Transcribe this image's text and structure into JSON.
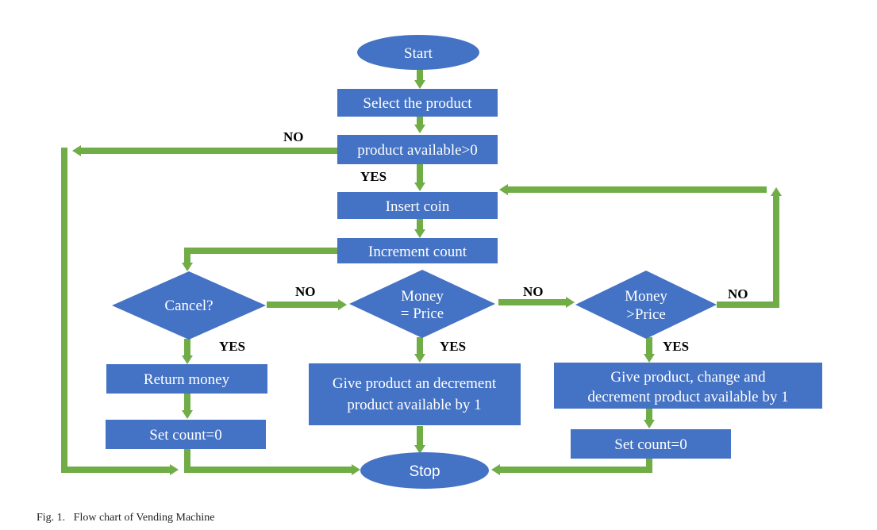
{
  "colors": {
    "node": "#4472C4",
    "arrow": "#70AD47",
    "node_text": "#ffffff",
    "label": "#000000"
  },
  "nodes": {
    "start": "Start",
    "select": "Select the product",
    "available": "product available>0",
    "insert": "Insert coin",
    "increment": "Increment count",
    "cancel": "Cancel?",
    "eq_price_1": "Money",
    "eq_price_2": "= Price",
    "gt_price_1": "Money",
    "gt_price_2": ">Price",
    "return": "Return money",
    "give1_1": "Give product an decrement",
    "give1_2": "product available by 1",
    "give2_1": "Give product, change and",
    "give2_2": "decrement product available by 1",
    "setcount_left": "Set count=0",
    "setcount_right": "Set count=0",
    "stop": "Stop"
  },
  "labels": {
    "no_available": "NO",
    "yes_available": "YES",
    "no_cancel": "NO",
    "no_eq": "NO",
    "no_gt": "NO",
    "yes_cancel": "YES",
    "yes_eq": "YES",
    "yes_gt": "YES"
  },
  "caption": "Fig. 1.   Flow chart of Vending Machine"
}
